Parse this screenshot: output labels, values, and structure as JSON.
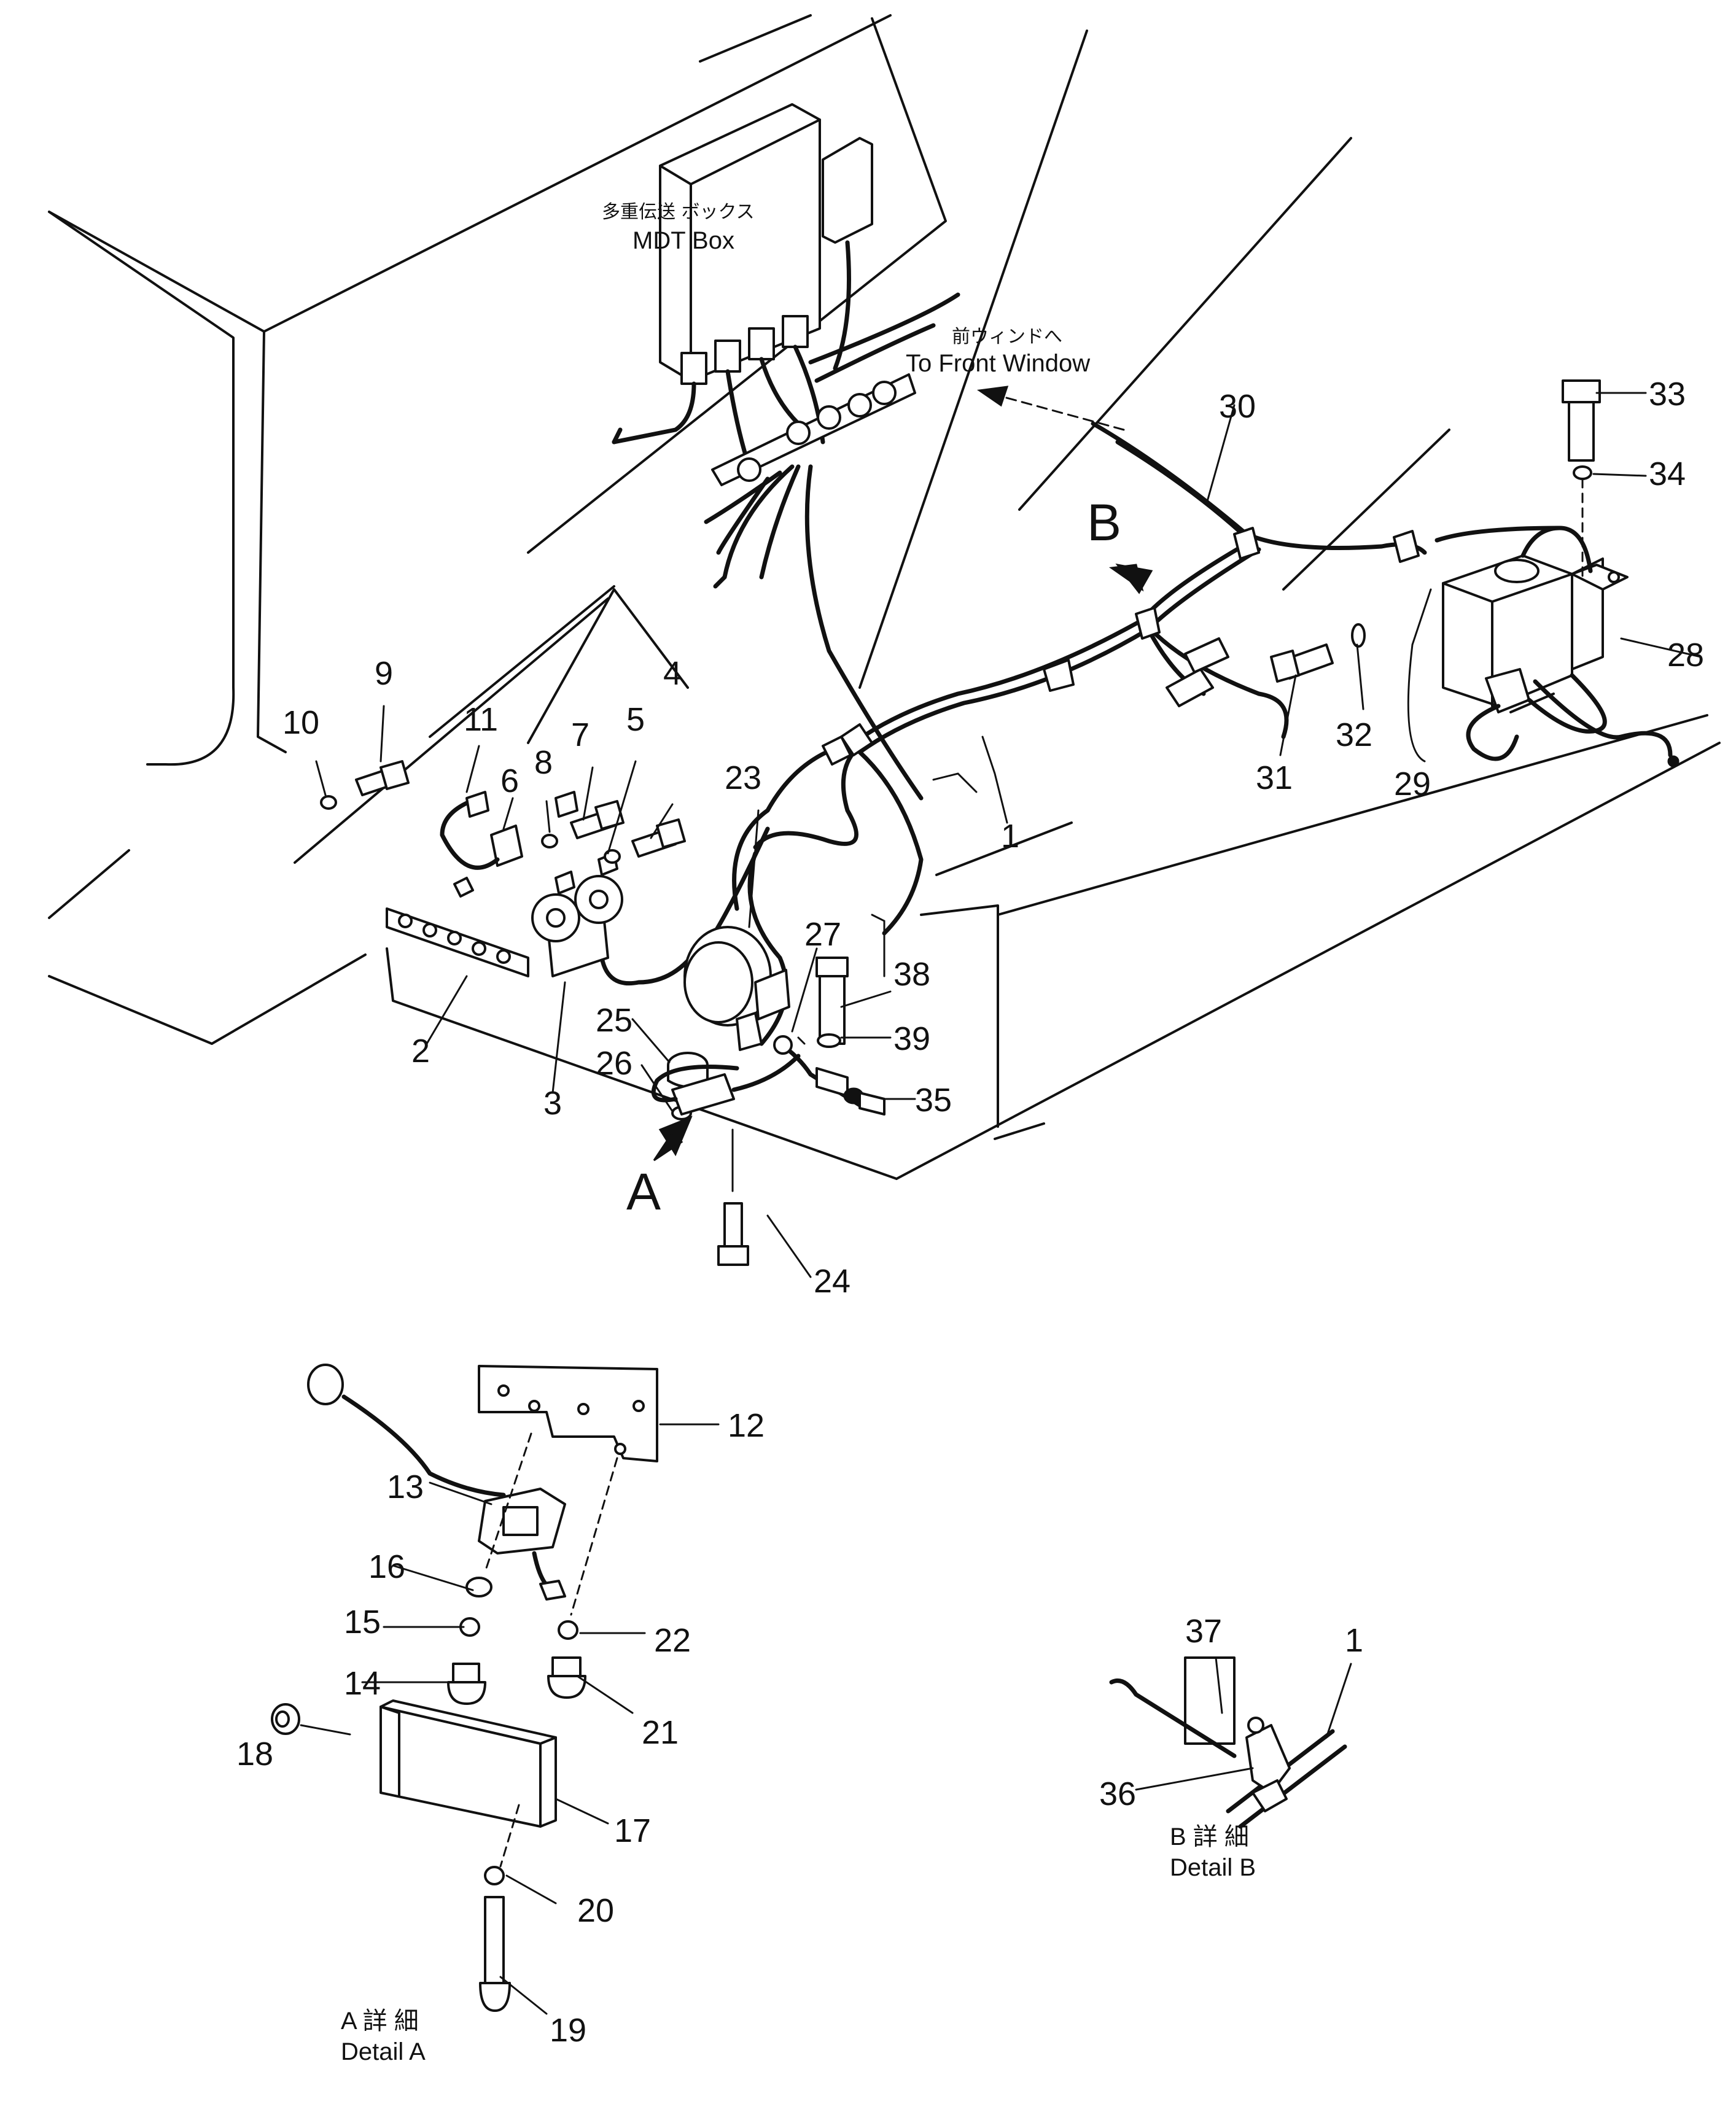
{
  "labels": {
    "mdt_jp": "多重伝送 ボックス",
    "mdt_en": "MDT Box",
    "front_jp": "前ウィンドへ",
    "front_en": "To Front Window",
    "view_a": "A",
    "view_b": "B",
    "detail_a_jp": "A 詳 細",
    "detail_a_en": "Detail A",
    "detail_b_jp": "B 詳 細",
    "detail_b_en": "Detail B"
  },
  "callouts": {
    "p1": "1",
    "p1b": "1",
    "p2": "2",
    "p3": "3",
    "p4": "4",
    "p5": "5",
    "p6": "6",
    "p7": "7",
    "p8": "8",
    "p9": "9",
    "p10": "10",
    "p11": "11",
    "p12": "12",
    "p13": "13",
    "p14": "14",
    "p15": "15",
    "p16": "16",
    "p17": "17",
    "p18": "18",
    "p19": "19",
    "p20": "20",
    "p21": "21",
    "p22": "22",
    "p23": "23",
    "p24": "24",
    "p25": "25",
    "p26": "26",
    "p27": "27",
    "p28": "28",
    "p29": "29",
    "p30": "30",
    "p31": "31",
    "p32": "32",
    "p33": "33",
    "p34": "34",
    "p35": "35",
    "p36": "36",
    "p37": "37",
    "p38": "38",
    "p39": "39"
  }
}
